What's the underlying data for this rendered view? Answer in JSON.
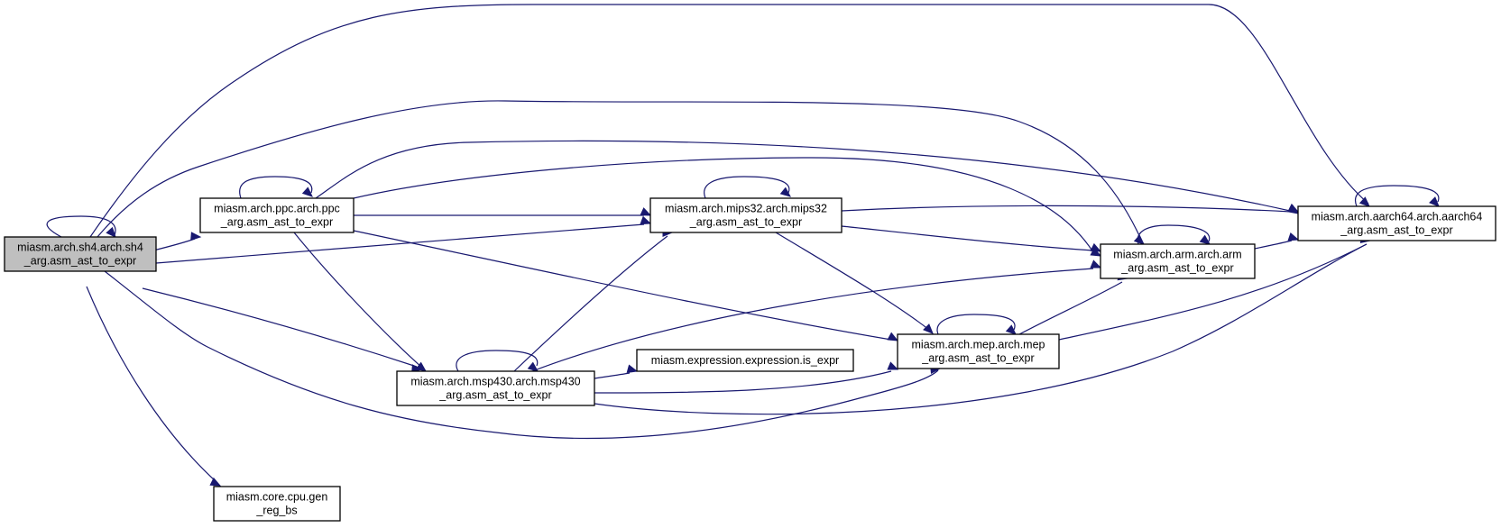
{
  "colors": {
    "edge": "#191970",
    "node_fill": "#ffffff",
    "highlighted_node_fill": "#bfbfbf",
    "node_border": "#000000"
  },
  "nodes": [
    {
      "id": "sh4",
      "lines": [
        "miasm.arch.sh4.arch.sh4",
        "_arg.asm_ast_to_expr"
      ],
      "highlighted": true
    },
    {
      "id": "ppc",
      "lines": [
        "miasm.arch.ppc.arch.ppc",
        "_arg.asm_ast_to_expr"
      ]
    },
    {
      "id": "mips32",
      "lines": [
        "miasm.arch.mips32.arch.mips32",
        "_arg.asm_ast_to_expr"
      ]
    },
    {
      "id": "aarch64",
      "lines": [
        "miasm.arch.aarch64.arch.aarch64",
        "_arg.asm_ast_to_expr"
      ]
    },
    {
      "id": "arm",
      "lines": [
        "miasm.arch.arm.arch.arm",
        "_arg.asm_ast_to_expr"
      ]
    },
    {
      "id": "mep",
      "lines": [
        "miasm.arch.mep.arch.mep",
        "_arg.asm_ast_to_expr"
      ]
    },
    {
      "id": "msp430",
      "lines": [
        "miasm.arch.msp430.arch.msp430",
        "_arg.asm_ast_to_expr"
      ]
    },
    {
      "id": "is_expr",
      "lines": [
        "miasm.expression.expression.is_expr"
      ]
    },
    {
      "id": "gen_reg_bs",
      "lines": [
        "miasm.core.cpu.gen",
        "_reg_bs"
      ]
    }
  ],
  "edges": [
    {
      "from": "sh4",
      "to": "sh4"
    },
    {
      "from": "sh4",
      "to": "ppc"
    },
    {
      "from": "sh4",
      "to": "mips32"
    },
    {
      "from": "sh4",
      "to": "aarch64"
    },
    {
      "from": "sh4",
      "to": "arm"
    },
    {
      "from": "sh4",
      "to": "mep"
    },
    {
      "from": "sh4",
      "to": "msp430"
    },
    {
      "from": "sh4",
      "to": "gen_reg_bs"
    },
    {
      "from": "ppc",
      "to": "ppc"
    },
    {
      "from": "ppc",
      "to": "mips32"
    },
    {
      "from": "ppc",
      "to": "aarch64"
    },
    {
      "from": "ppc",
      "to": "arm"
    },
    {
      "from": "ppc",
      "to": "mep"
    },
    {
      "from": "ppc",
      "to": "msp430"
    },
    {
      "from": "mips32",
      "to": "mips32"
    },
    {
      "from": "mips32",
      "to": "aarch64"
    },
    {
      "from": "mips32",
      "to": "arm"
    },
    {
      "from": "mips32",
      "to": "mep"
    },
    {
      "from": "arm",
      "to": "arm"
    },
    {
      "from": "arm",
      "to": "aarch64"
    },
    {
      "from": "aarch64",
      "to": "aarch64"
    },
    {
      "from": "mep",
      "to": "mep"
    },
    {
      "from": "mep",
      "to": "arm"
    },
    {
      "from": "mep",
      "to": "aarch64"
    },
    {
      "from": "msp430",
      "to": "msp430"
    },
    {
      "from": "msp430",
      "to": "mips32"
    },
    {
      "from": "msp430",
      "to": "arm"
    },
    {
      "from": "msp430",
      "to": "mep"
    },
    {
      "from": "msp430",
      "to": "aarch64"
    },
    {
      "from": "msp430",
      "to": "is_expr"
    }
  ]
}
